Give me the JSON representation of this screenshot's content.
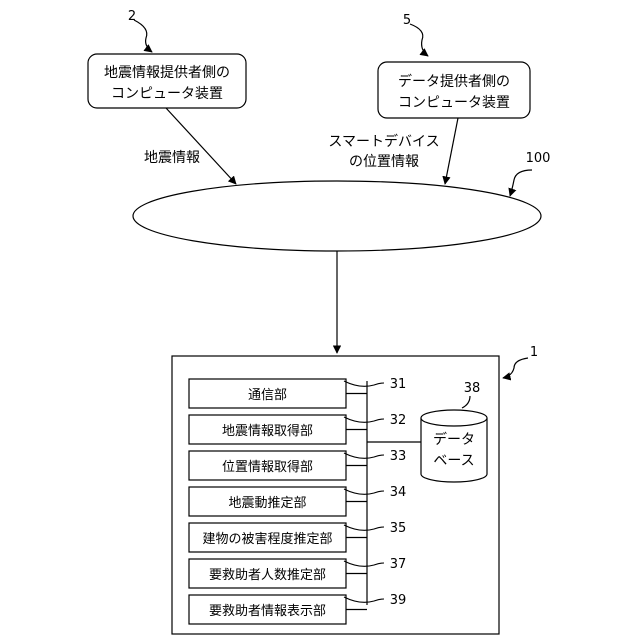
{
  "nodes": {
    "quake_provider": {
      "ref": "2",
      "line1": "地震情報提供者側の",
      "line2": "コンピュータ装置"
    },
    "data_provider": {
      "ref": "5",
      "line1": "データ提供者側の",
      "line2": "コンピュータ装置"
    },
    "network": {
      "ref": "100"
    },
    "system": {
      "ref": "1"
    },
    "database": {
      "ref": "38",
      "line1": "データ",
      "line2": "ベース"
    }
  },
  "edge_labels": {
    "quake_info": "地震情報",
    "device_location_line1": "スマートデバイス",
    "device_location_line2": "の位置情報"
  },
  "units": [
    {
      "label": "通信部",
      "ref": "31"
    },
    {
      "label": "地震情報取得部",
      "ref": "32"
    },
    {
      "label": "位置情報取得部",
      "ref": "33"
    },
    {
      "label": "地震動推定部",
      "ref": "34"
    },
    {
      "label": "建物の被害程度推定部",
      "ref": "35"
    },
    {
      "label": "要救助者人数推定部",
      "ref": "37"
    },
    {
      "label": "要救助者情報表示部",
      "ref": "39"
    }
  ]
}
